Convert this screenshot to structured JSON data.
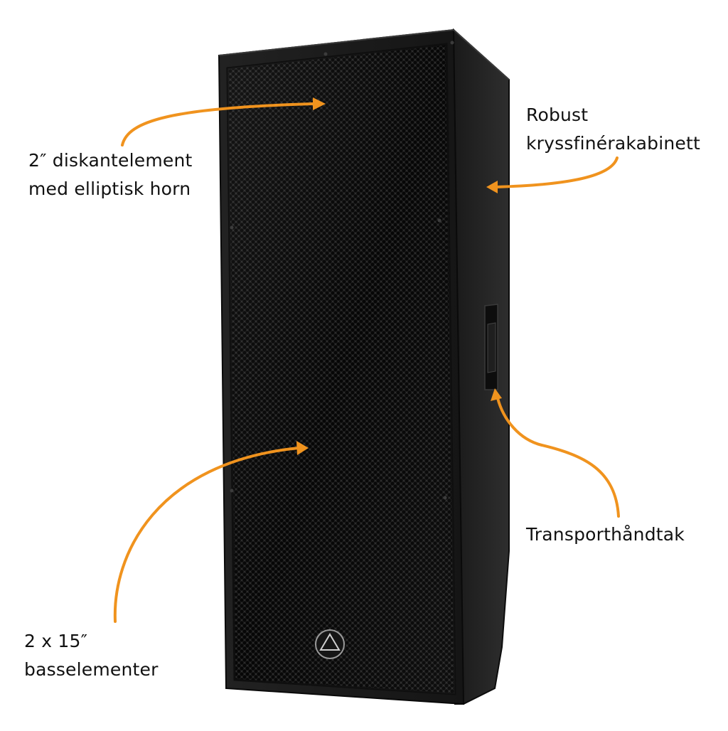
{
  "callouts": {
    "tweeter": {
      "line1": "2″ diskantelement",
      "line2": "med elliptisk horn"
    },
    "cabinet": {
      "line1": "Robust",
      "line2": "kryssfinérakabinett"
    },
    "handle": {
      "line1": "Transporthåndtak"
    },
    "bass": {
      "line1": "2 x 15″",
      "line2": "basselementer"
    }
  },
  "colors": {
    "arrow": "#f0931e",
    "cabinet_front": "#1b1b1b",
    "cabinet_side": "#262626",
    "grille": "#141414",
    "text": "#111111"
  },
  "icons": {
    "logo": "wharfedale-triangle-logo"
  }
}
